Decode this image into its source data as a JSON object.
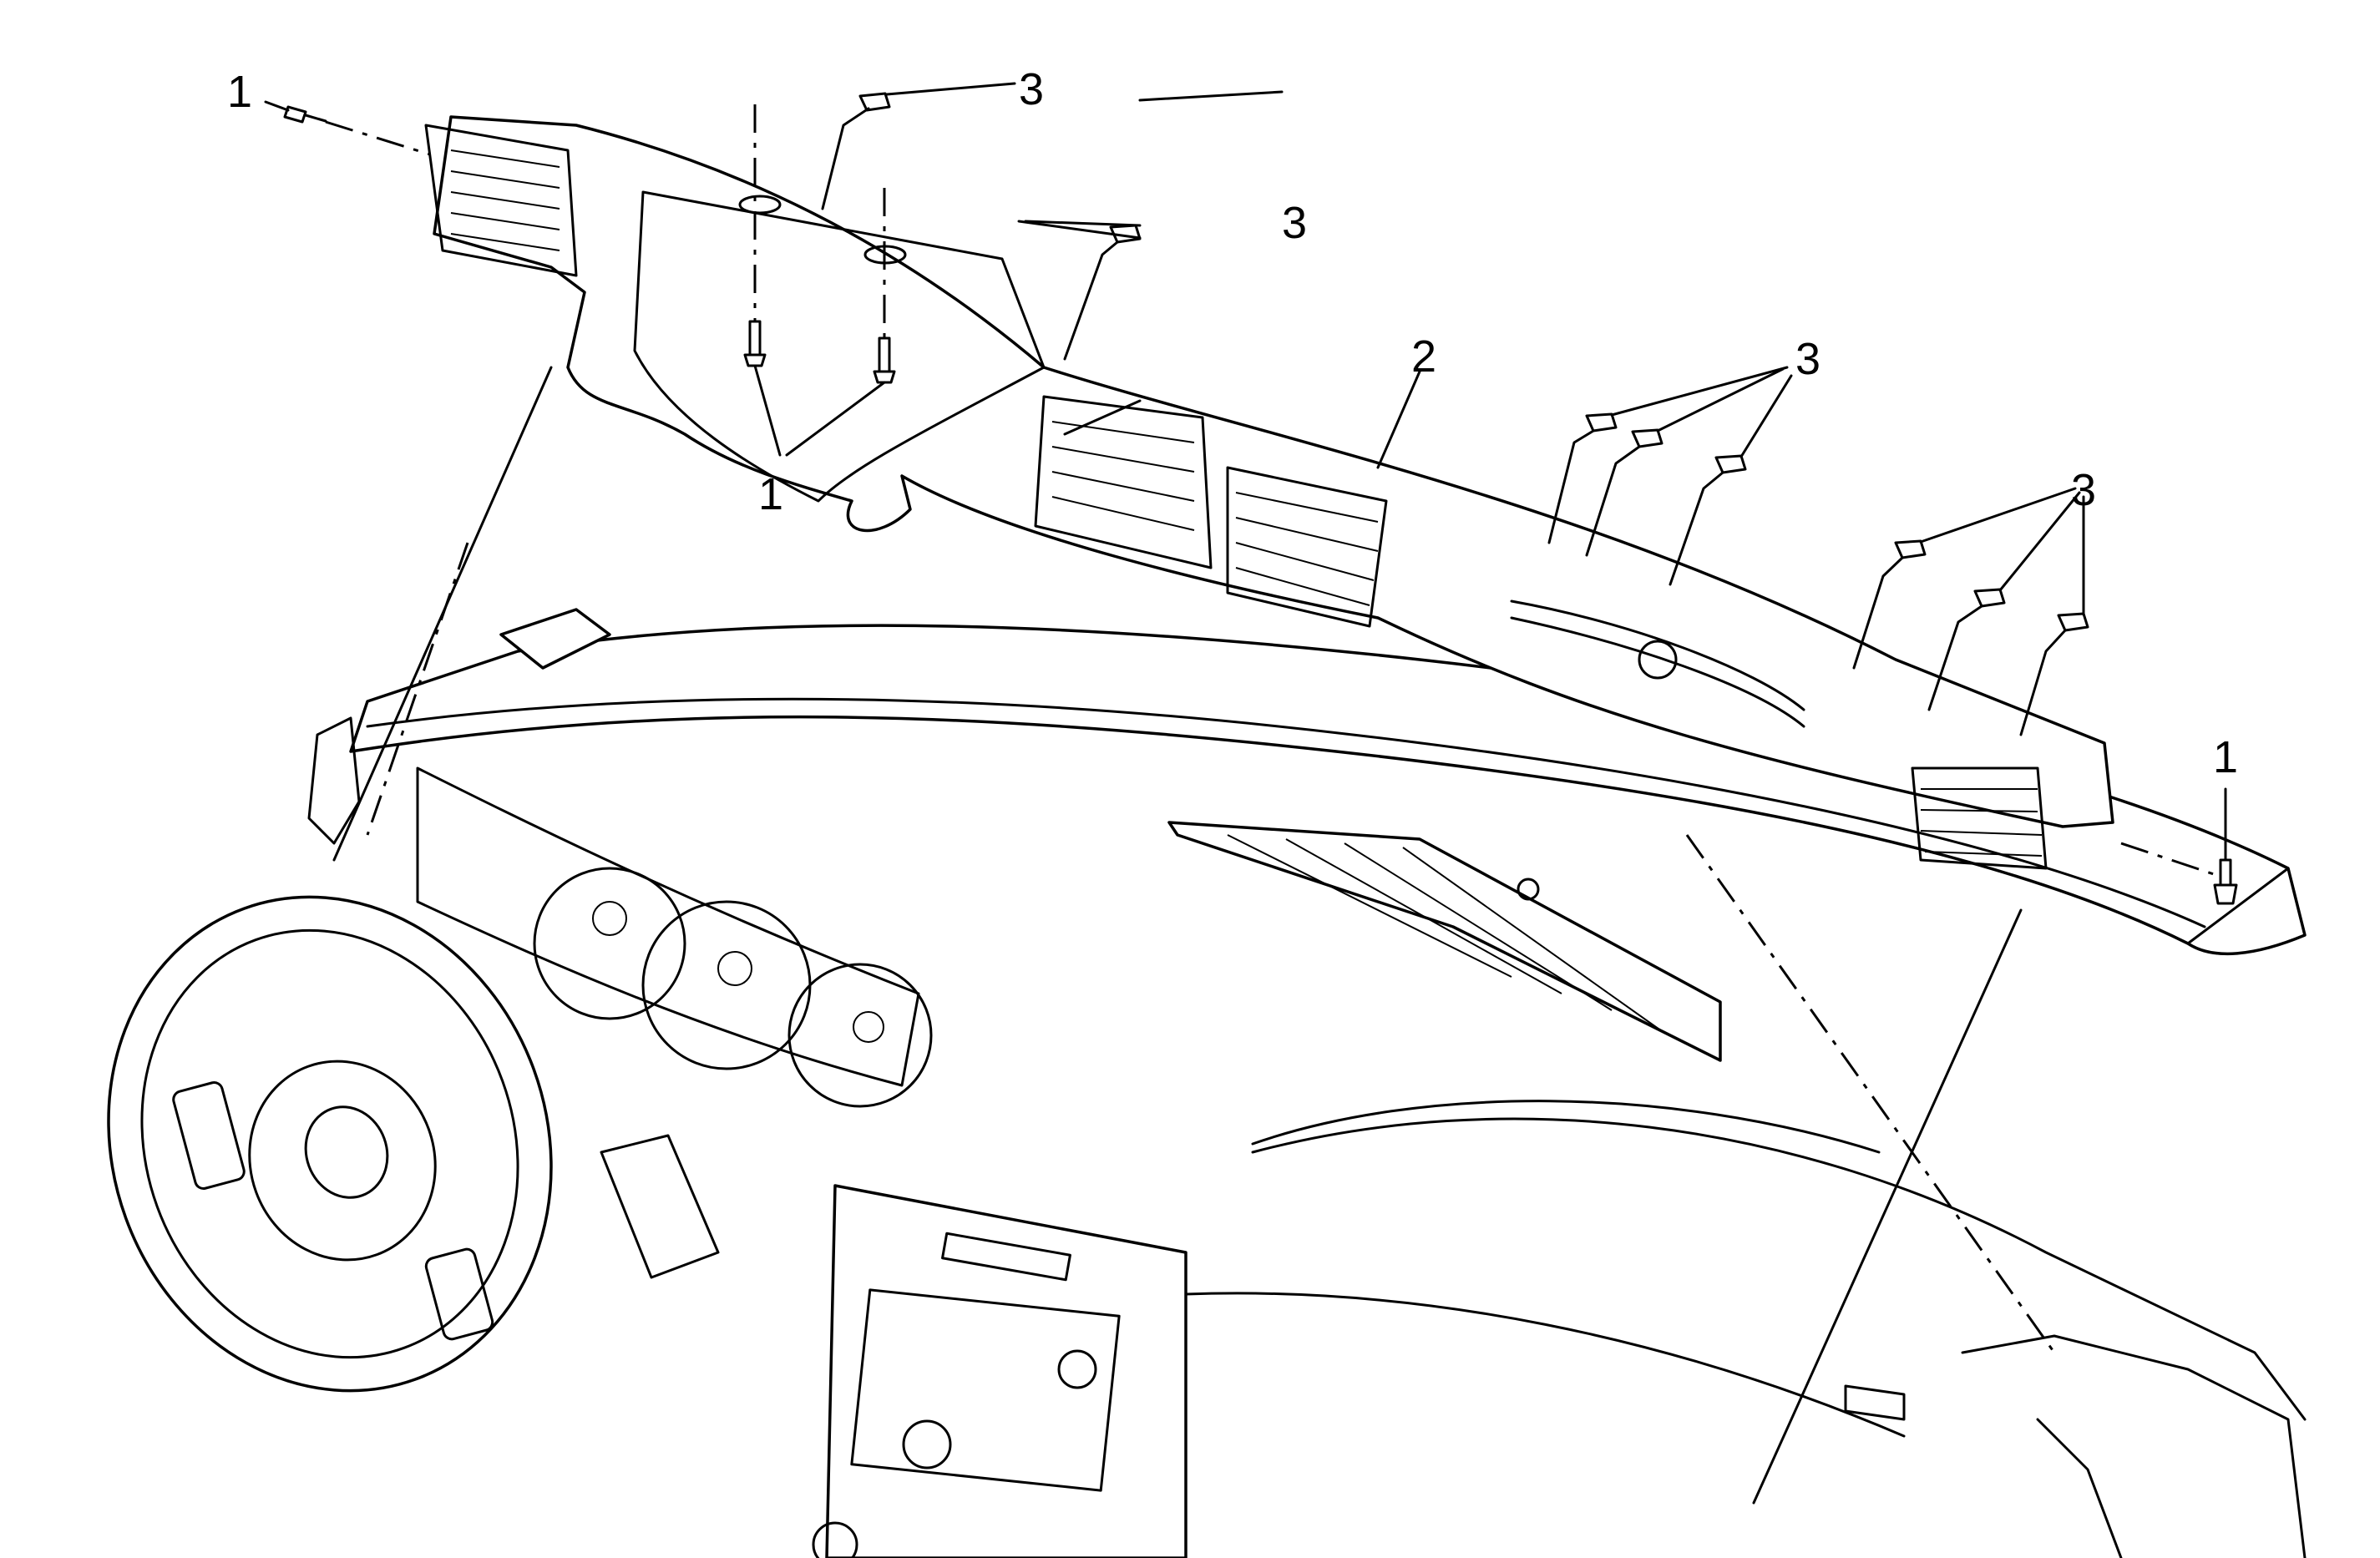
{
  "callouts": {
    "bolt_top_left": "1",
    "bolt_right": "1",
    "bolts_center": "1",
    "trim_panel": "2",
    "clip_top": "3",
    "clip_upper_mid": "3",
    "clips_mid_group": "3",
    "clips_right_group": "3"
  },
  "colors": {
    "line": "#000000",
    "background": "#ffffff"
  }
}
